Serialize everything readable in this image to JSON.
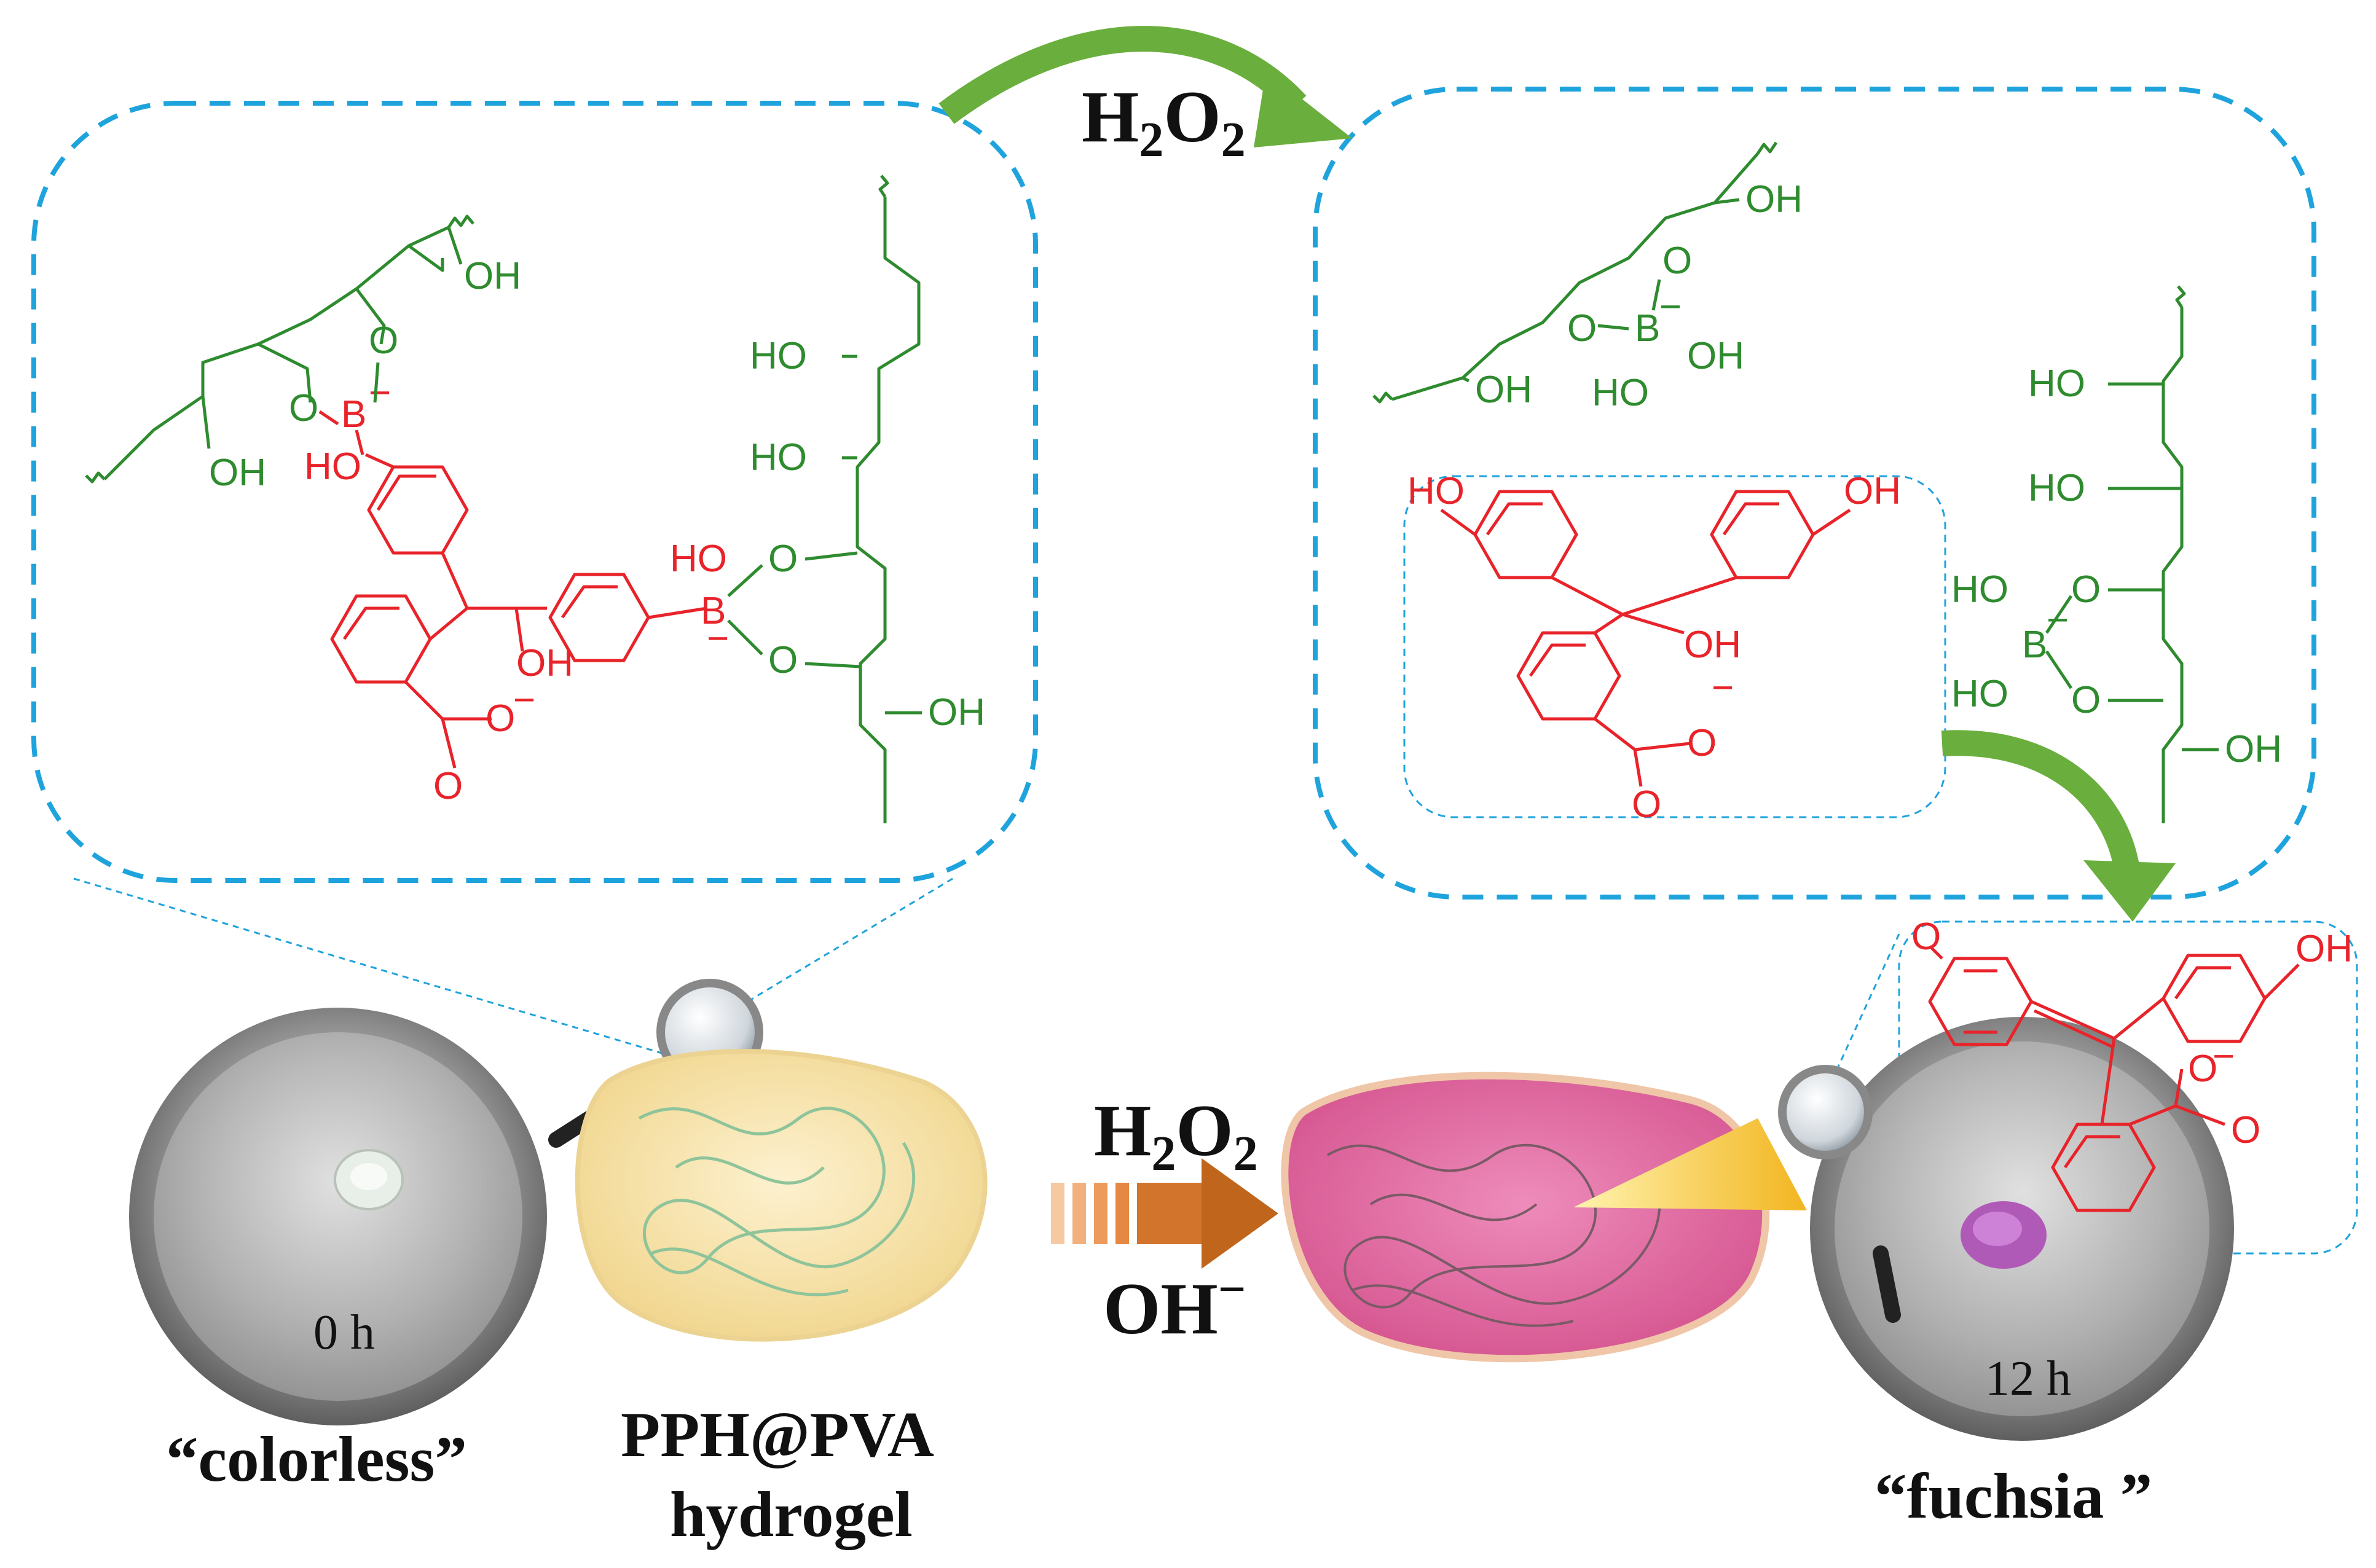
{
  "reagent_top": {
    "main": "H",
    "sub1": "2",
    "mid": "O",
    "sub2": "2"
  },
  "reagent_arrow": {
    "main": "H",
    "sub1": "2",
    "mid": "O",
    "sub2": "2"
  },
  "base_label": {
    "main": "OH",
    "sup": "−"
  },
  "caption_left": "“colorless”",
  "caption_center": [
    "PPH@PVA",
    "hydrogel"
  ],
  "caption_right": "“fuchsia ”",
  "time_start": "0 h",
  "time_end": "12 h",
  "atoms": {
    "OH": "OH",
    "HO": "HO",
    "O": "O",
    "B": "B",
    "minus": "−"
  },
  "colors": {
    "polymer": "#2e8b2e",
    "dye": "#e8232a",
    "frame": "#1fa3dc",
    "curved_arrow": "#6aaf3d",
    "gel_colorless": "#f7e4ac",
    "gel_fuchsia": "#e46aa3"
  }
}
